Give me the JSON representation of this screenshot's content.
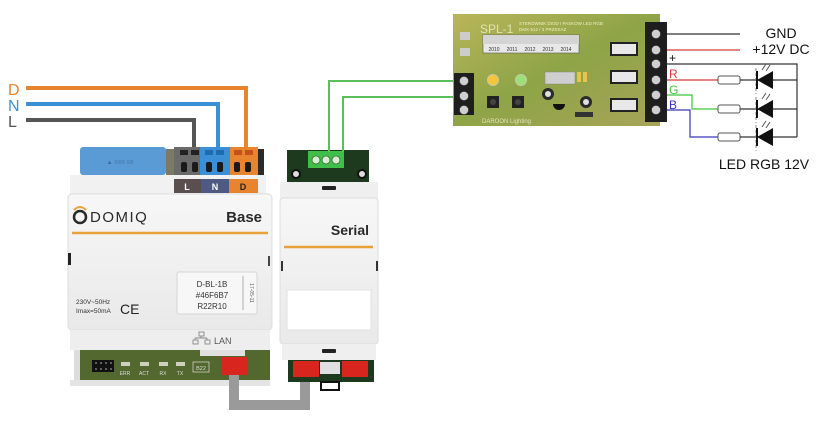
{
  "power_inputs": [
    {
      "label": "D",
      "color": "#e8832e"
    },
    {
      "label": "N",
      "color": "#3a8fd6"
    },
    {
      "label": "L",
      "color": "#555555"
    }
  ],
  "base_module": {
    "brand": "DOMIQ",
    "name": "Base",
    "terminal_labels": [
      "L",
      "N",
      "D"
    ],
    "model": "D-BL-1B",
    "serial": "#46F6B7",
    "revision": "R22R10",
    "side_code": "17-05-11",
    "rating_line1": "230V~50Hz",
    "rating_line2": "Imax=50mA",
    "ce_mark": "CE",
    "lan_label": "LAN",
    "led_labels": [
      "ERR",
      "ACT",
      "RX",
      "TX"
    ],
    "bus_label": "B22"
  },
  "serial_module": {
    "name": "Serial"
  },
  "controller_board": {
    "name": "SPL-1",
    "subtitle_line1": "STEROWNIK DIOD I PASKOW LED RGB",
    "subtitle_line2": "DMX-512 / 3 PRZEKAZ",
    "digits": [
      "2010",
      "2011",
      "2012",
      "2013",
      "2014"
    ],
    "maker": "DAROON Lighting"
  },
  "outputs": {
    "gnd_label": "GND",
    "v12_label": "+12V DC",
    "plus_label": "+",
    "channels": [
      {
        "label": "R",
        "color": "#d63a3a"
      },
      {
        "label": "G",
        "color": "#3cc63c"
      },
      {
        "label": "B",
        "color": "#3838b8"
      }
    ],
    "led_caption": "LED RGB 12V"
  },
  "colors": {
    "serial_wire": "#5cbf5c",
    "bus_cable": "#9a9a9a",
    "module_accent": "#e8a23a",
    "pcb_green": "#7f9a3a",
    "connector_red": "#d8261e"
  }
}
